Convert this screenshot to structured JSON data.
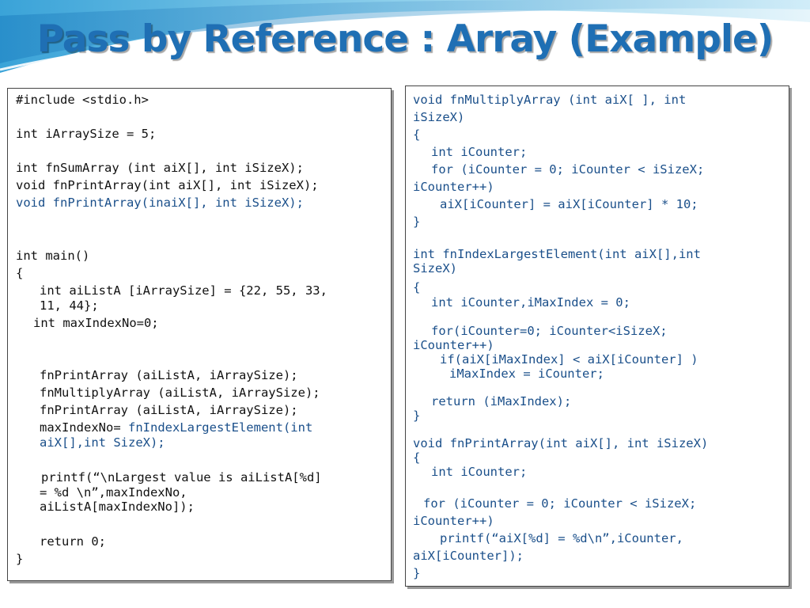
{
  "title": "Pass by Reference : Array (Example)",
  "left_code": [
    "#include <stdio.h>",
    "int iArraySize = 5;",
    "int fnSumArray (int aiX[], int iSizeX);",
    "void fnPrintArray(int aiX[], int iSizeX);",
    "void fnPrintArray(inaiX[], int iSizeX);",
    "int main()",
    "{",
    "int aiListA [iArraySize] = {22, 55, 33,",
    "11, 44};",
    "int maxIndexNo=0;",
    "fnPrintArray (aiListA, iArraySize);",
    "fnMultiplyArray (aiListA, iArraySize);",
    "fnPrintArray (aiListA, iArraySize);",
    "maxIndexNo=",
    " fnIndexLargestElement(int",
    "aiX[],int SizeX);",
    "printf(“\\nLargest value is aiListA[%d]",
    "= %d \\n”,maxIndexNo,",
    "aiListA[maxIndexNo]);",
    "return 0;",
    "}"
  ],
  "right_code": [
    "void fnMultiplyArray (int aiX[ ], int",
    "iSizeX)",
    "{",
    "int iCounter;",
    "for (iCounter = 0; iCounter < iSizeX;",
    "iCounter++)",
    "aiX[iCounter] = aiX[iCounter] * 10;",
    "}",
    "int fnIndexLargestElement(int aiX[],int",
    "SizeX)",
    "{",
    "int iCounter,iMaxIndex = 0;",
    "for(iCounter=0; iCounter<iSizeX;",
    "iCounter++)",
    "if(aiX[iMaxIndex] < aiX[iCounter] )",
    "iMaxIndex = iCounter;",
    "return (iMaxIndex);",
    "}",
    "void fnPrintArray(int aiX[], int iSizeX)",
    "{",
    "int iCounter;",
    "for (iCounter = 0; iCounter < iSizeX;",
    "iCounter++)",
    "printf(“aiX[%d] = %d\\n”,iCounter,",
    "aiX[iCounter]);",
    "}"
  ]
}
